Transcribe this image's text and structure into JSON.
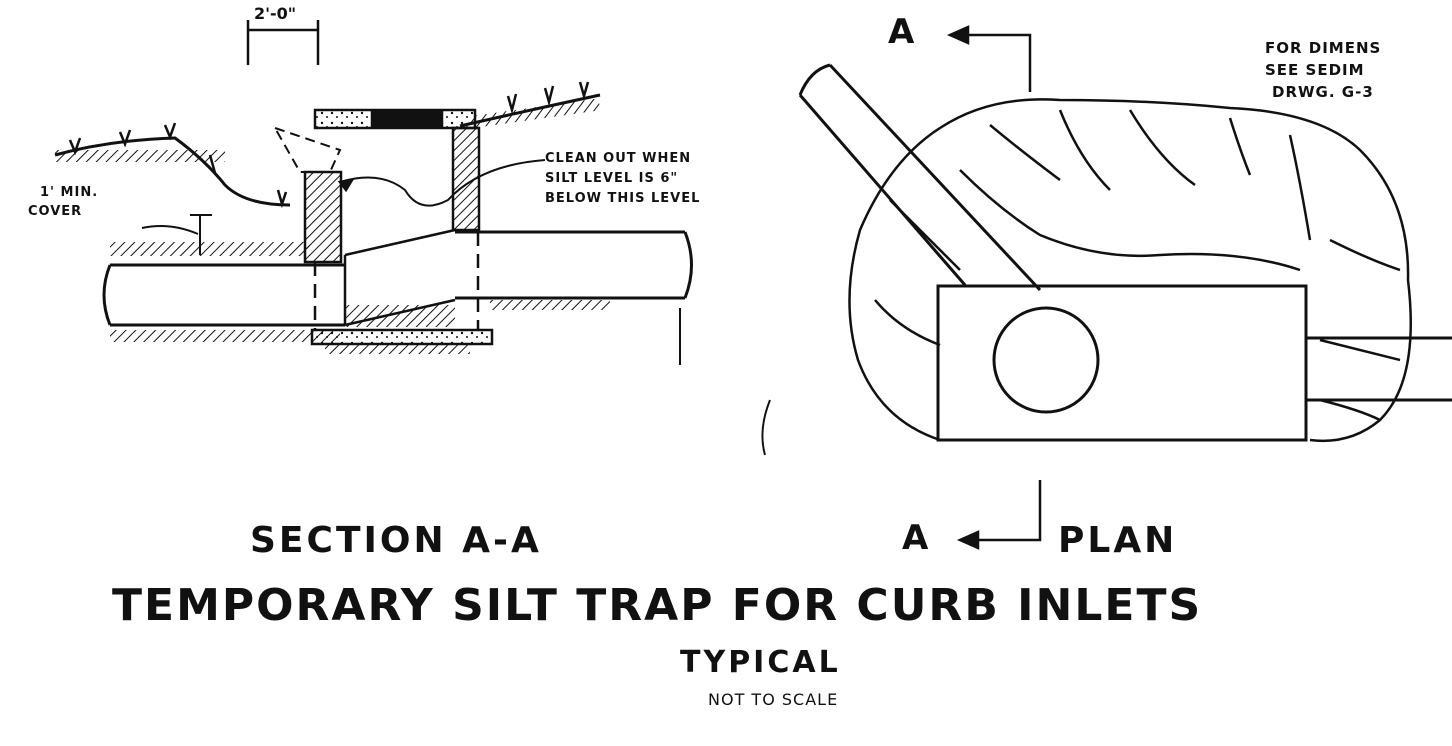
{
  "section": {
    "dimension": "2'-0\"",
    "cover_label_line1": "1' MIN.",
    "cover_label_line2": "COVER",
    "cleanout_line1": "CLEAN OUT WHEN",
    "cleanout_line2": "SILT LEVEL IS 6\"",
    "cleanout_line3": "BELOW THIS LEVEL",
    "title": "SECTION A-A"
  },
  "plan": {
    "section_marker": "A",
    "dimensions_line1": "FOR DIMENS",
    "dimensions_line2": "SEE SEDIM",
    "dimensions_line3": "DRWG. G-3",
    "title": "PLAN"
  },
  "footer": {
    "title": "TEMPORARY SILT TRAP FOR CURB INLETS",
    "subtitle": "TYPICAL",
    "scale_note": "NOT TO SCALE"
  }
}
